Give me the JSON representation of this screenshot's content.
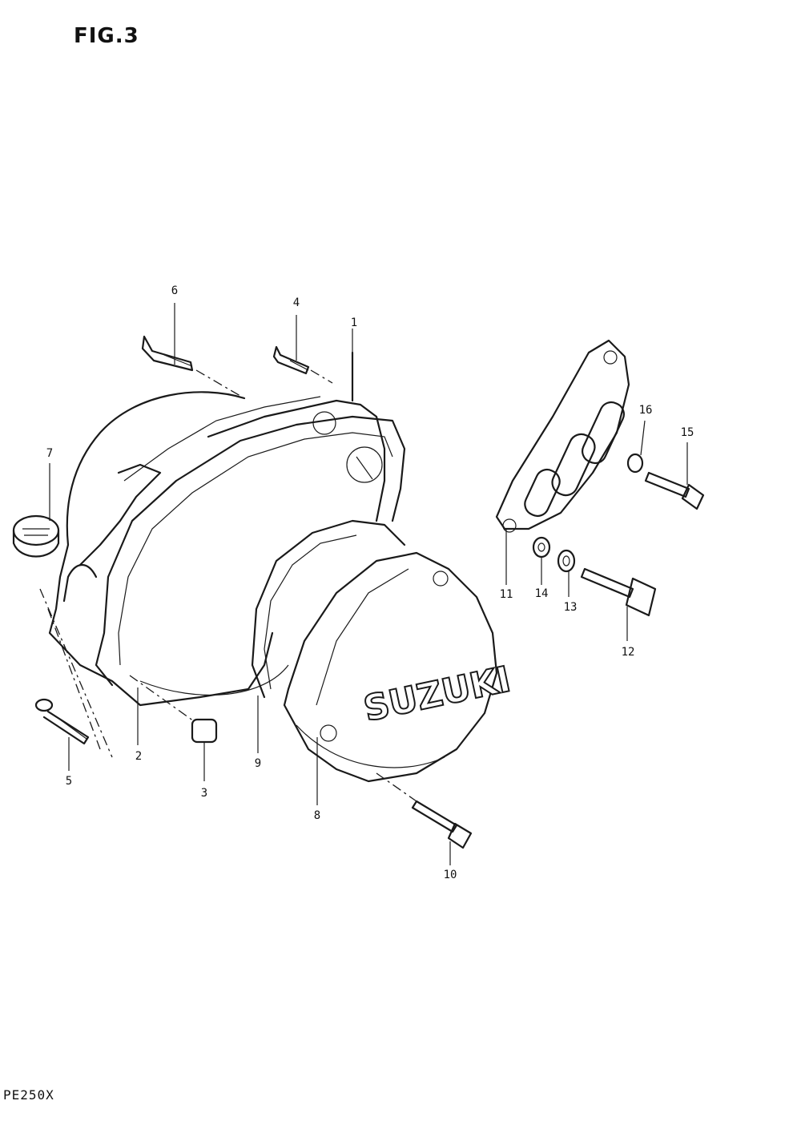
{
  "figure": {
    "title": "FIG.3",
    "model": "PE250X"
  },
  "cover_logo": "SUZUKI",
  "callouts": [
    "1",
    "2",
    "3",
    "4",
    "5",
    "6",
    "7",
    "8",
    "9",
    "10",
    "11",
    "12",
    "13",
    "14",
    "15",
    "16"
  ]
}
